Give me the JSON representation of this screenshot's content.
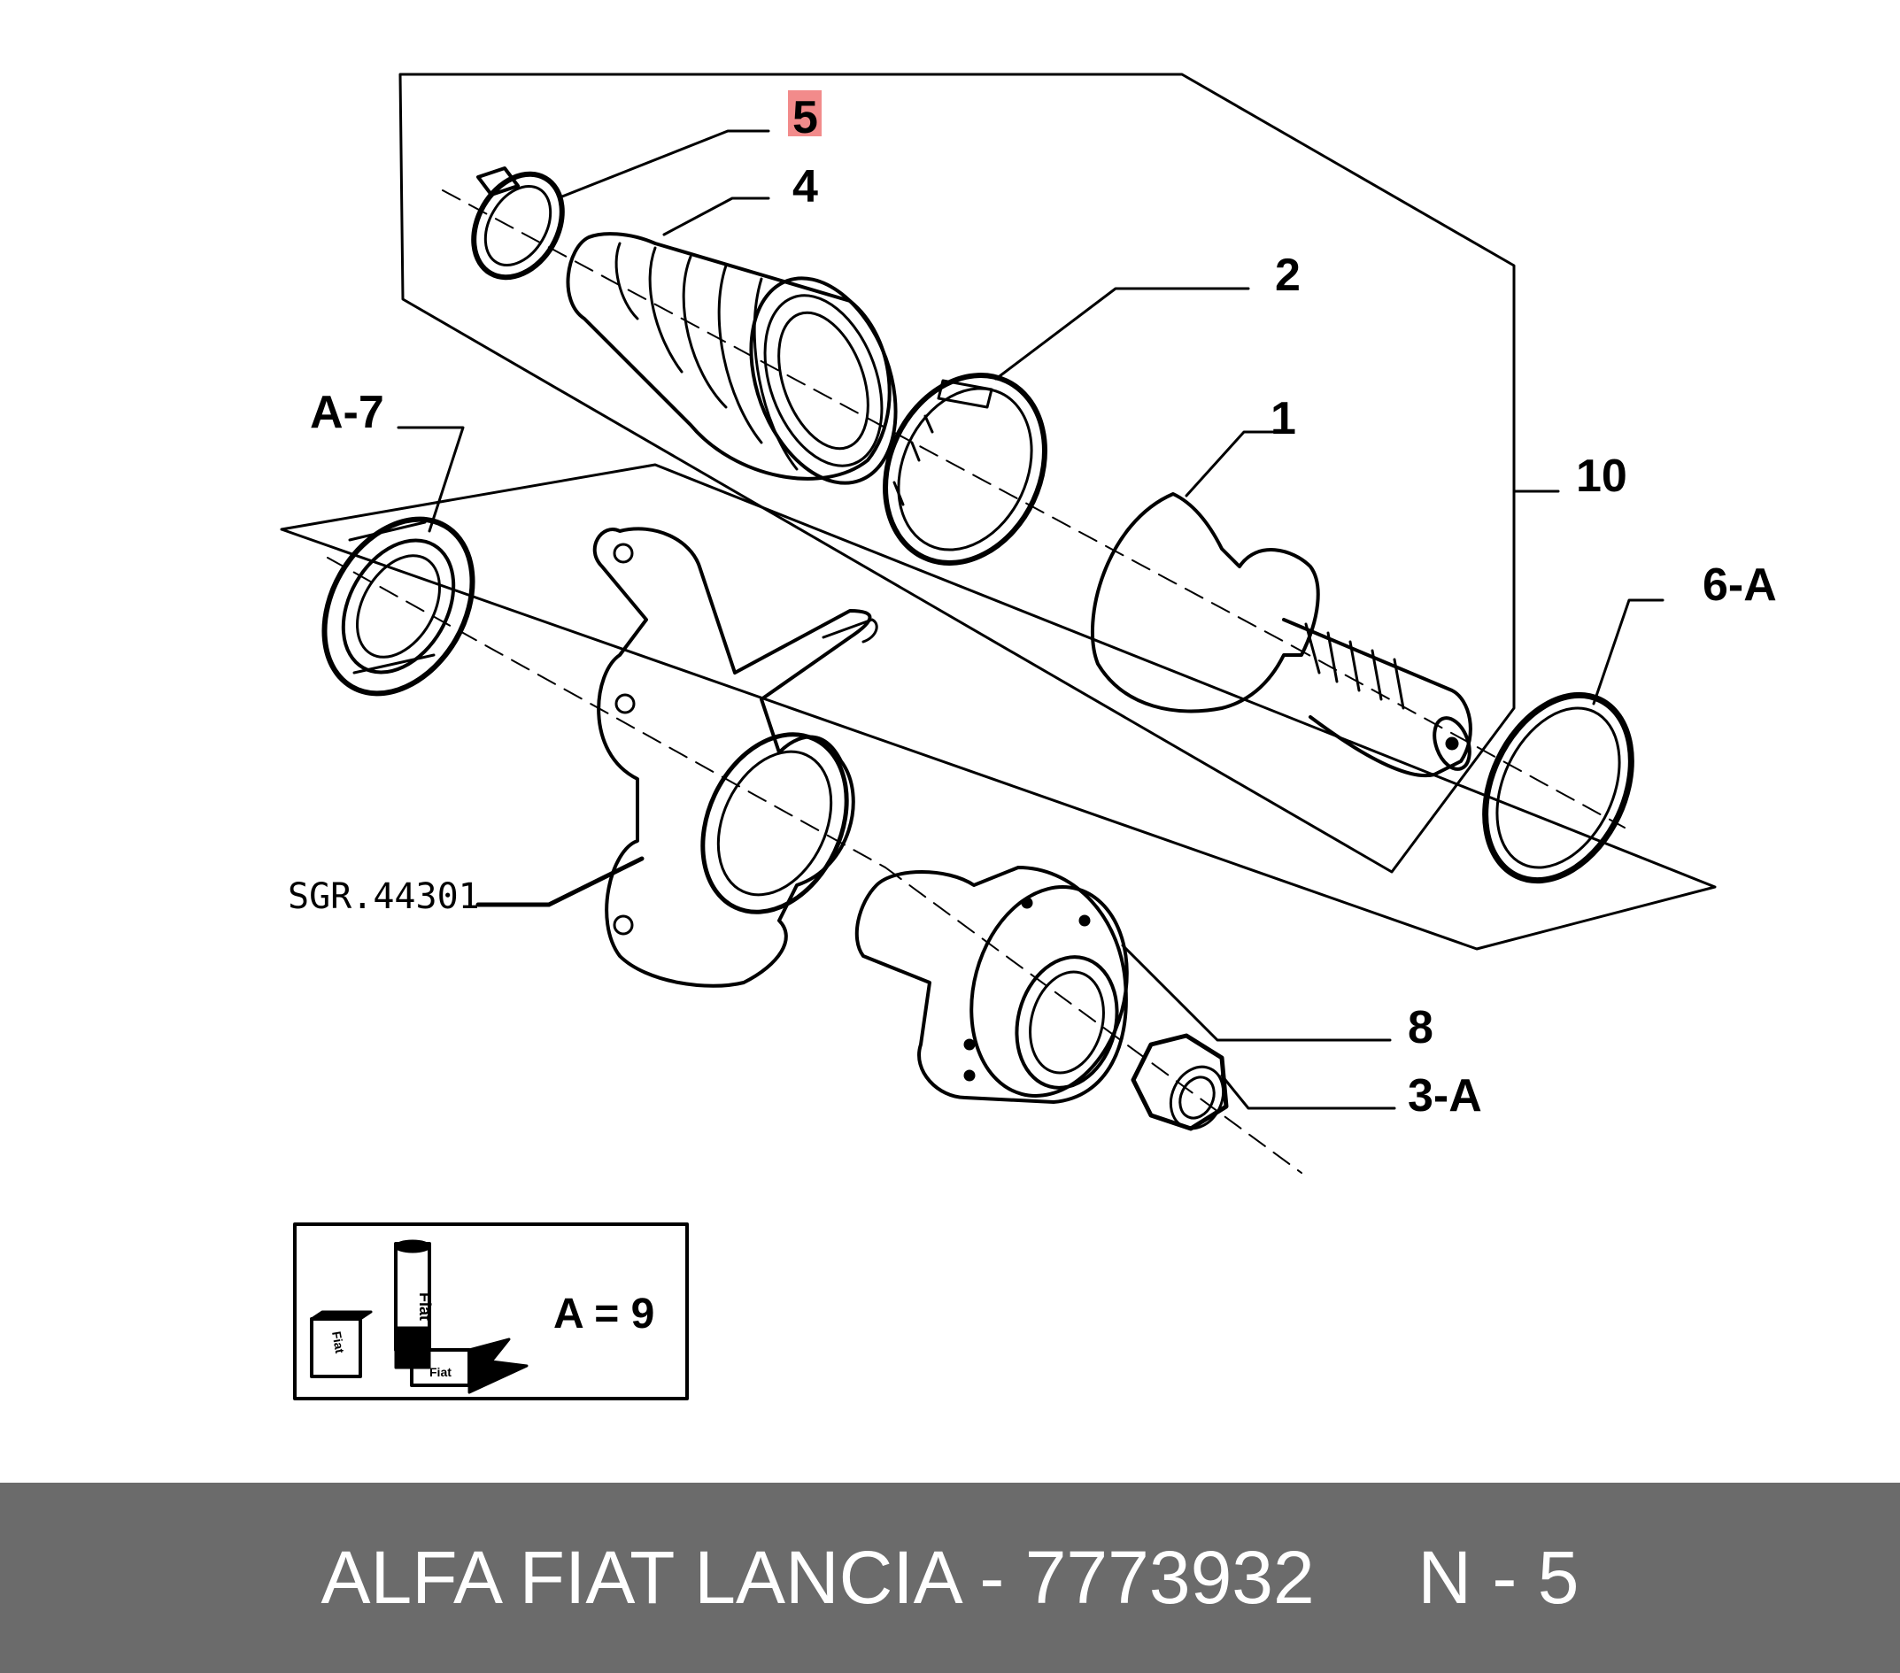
{
  "callouts": {
    "part_5": "5",
    "part_4": "4",
    "part_2": "2",
    "part_1": "1",
    "part_10": "10",
    "part_6a": "6-A",
    "part_a7": "A-7",
    "part_8": "8",
    "part_3a": "3-A",
    "sgr": "SGR.44301"
  },
  "legend": {
    "text": "A = 9",
    "brand_can": "Fiat",
    "brand_box1": "Fiat",
    "brand_box2": "Fiat"
  },
  "highlight_color": "#f28b8b",
  "footer": {
    "title": "ALFA FIAT LANCIA - 7773932",
    "code": "N - 5"
  }
}
